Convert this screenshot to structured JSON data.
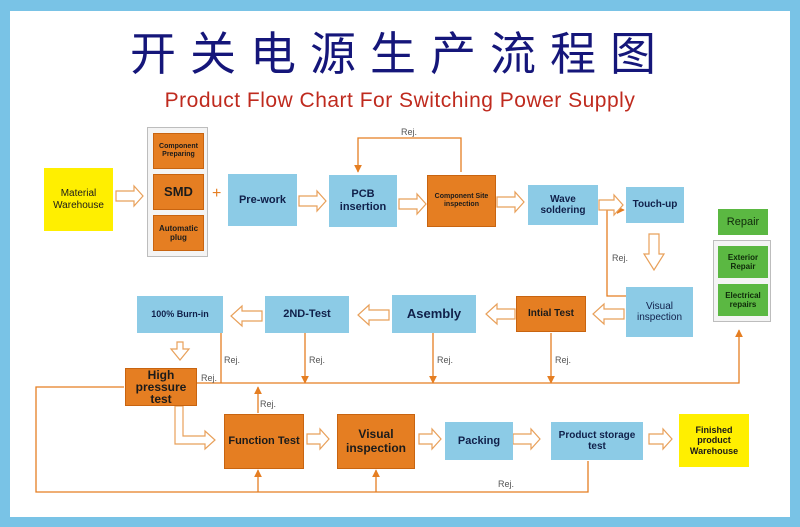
{
  "title_cn": "开关电源生产流程图",
  "title_en": "Product Flow Chart For Switching Power Supply",
  "plus": "+",
  "rej": "Rej.",
  "nodes": {
    "material_warehouse": "Material Warehouse",
    "component_preparing": "Component Preparing",
    "smd": "SMD",
    "automatic_plug": "Automatic plug",
    "pre_work": "Pre-work",
    "pcb_insertion": "PCB insertion",
    "component_site_inspection": "Component Site inspection",
    "wave_soldering": "Wave soldering",
    "touch_up": "Touch-up",
    "visual_inspection_1": "Visual inspection",
    "repair": "Repair",
    "exterior_repair": "Exterior Repair",
    "electrical_repairs": "Electrical repairs",
    "initial_test": "Intial Test",
    "assembly": "Asembly",
    "second_test": "2ND-Test",
    "burn_in": "100% Burn-in",
    "high_pressure_test": "High pressure test",
    "function_test": "Function Test",
    "visual_inspection_2": "Visual inspection",
    "packing": "Packing",
    "product_storage_test": "Product storage test",
    "finished_warehouse": "Finished product Warehouse"
  },
  "colors": {
    "background": "#79c3e6",
    "process_blue": "#8ccbe6",
    "process_orange": "#e57e22",
    "warehouse_yellow": "#ffef00",
    "repair_green": "#5bb842",
    "arrow_orange": "#e8a05a",
    "title_cn": "#15167a",
    "title_en": "#bf2a1e"
  }
}
